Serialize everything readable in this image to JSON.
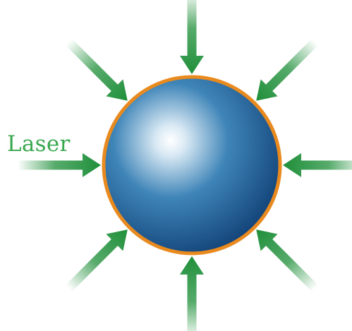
{
  "diagram": {
    "label": "Laser",
    "colors": {
      "arrow": "#1f8f3a",
      "label": "#3aa84f",
      "sphere_outline": "#e98a1f",
      "sphere_highlight": "#ffffff",
      "sphere_mid": "#3f85b8",
      "sphere_edge": "#0e3d73"
    },
    "beam_count": 8,
    "beam_directions": [
      "top",
      "top-right",
      "right",
      "bottom-right",
      "bottom",
      "bottom-left",
      "left",
      "top-left"
    ]
  }
}
